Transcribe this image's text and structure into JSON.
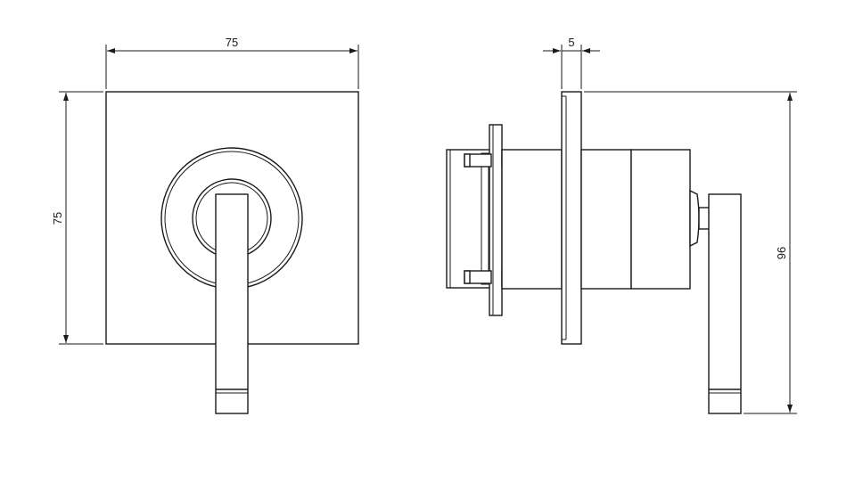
{
  "dimensions": {
    "front_width": "75",
    "front_height": "75",
    "plate_thickness": "5",
    "side_height": "96"
  },
  "colors": {
    "line": "#1a1a1a",
    "background": "#ffffff"
  }
}
